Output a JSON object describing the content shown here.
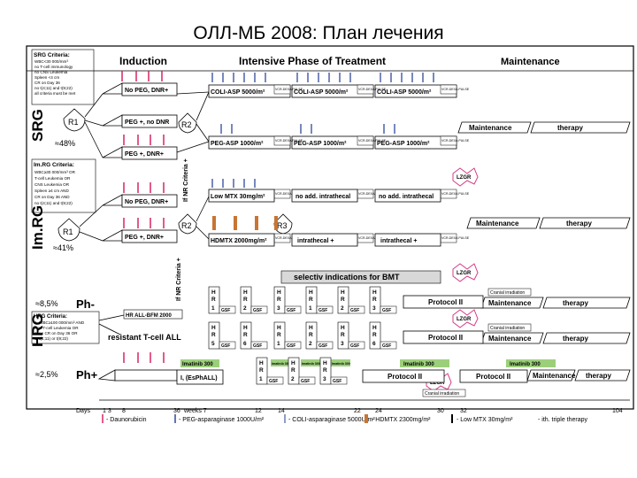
{
  "title": "ОЛЛ-МБ 2008: План лечения",
  "headers": {
    "induction": "Induction",
    "intensive": "Intensive Phase of Treatment",
    "maintenance": "Maintenance"
  },
  "groups": {
    "srg": "SRG",
    "imrg": "Im.RG",
    "hrg": "HRG"
  },
  "criteria": {
    "srg_title": "SRG Criteria:",
    "srg_lines": [
      "WBC<30 000/mm³",
      "no T-cell immunology",
      "no CNS Leukemia",
      "Spleen <4 cm",
      "CR on Day 36",
      "no t(4;11) and t(9;22)",
      "all criteria must be met"
    ],
    "imrg_title": "Im.RG Criteria:",
    "imrg_lines": [
      "WBC≥30 000/mm³ OR",
      "T-cell Leukemia OR",
      "CNS Leukemia OR",
      "Spleen ≥4 cm AND",
      "CR on Day 36 AND",
      "no t(4;11) and t(9;22)"
    ],
    "hrg_title": "HRG Criteria:",
    "hrg_lines": [
      "1. WBC≥100 000/mm³ AND",
      "non-T-cell Leukemia OR",
      "2. no CR on Day 36 OR",
      "3. t(4;11) or t(9;22)"
    ]
  },
  "percents": {
    "srg": "≈48%",
    "imrg": "≈41%",
    "ph_minus_pct": "≈8,5%",
    "ph_minus": "Ph-",
    "ph_plus_pct": "≈2,5%",
    "ph_plus": "Ph+"
  },
  "nodes": {
    "r1": "R1",
    "r2": "R2",
    "r3": "R3",
    "ifnr": "If NR Criteria +"
  },
  "boxes": {
    "no_peg_dnr": "No PEG, DNR+",
    "peg_no_dnr": "PEG +, no DNR",
    "peg_dnr": "PEG +, DNR+",
    "coli_asp": "COLI-ASP 5000/m²",
    "peg_asp": "PEG-ASP 1000/m²",
    "vcr_dexa": "VCR-DEXA PULSE",
    "low_mtx": "Low MTX 30mg/m²",
    "no_add": "no add. intrathecal",
    "hdmtx": "HDMTX 2000mg/m²",
    "intrathecal": "intrathecal +",
    "maintenance_therapy_a": "Maintenance",
    "maintenance_therapy_b": "therapy",
    "lzgr": "LZGR",
    "selective": "selectiv indications for BMT",
    "hr_all": "HR ALL-BFM 2000",
    "resistant": "resistant T-cell ALL",
    "protocol2": "Protocol II",
    "cranial": "Cranial irradiation",
    "imatinib": "Imatinib 300",
    "imatinib_s": "Imatinib 300",
    "i_esphall": "I, (EsPhALL)",
    "gsf": "GSF",
    "h": "H",
    "r": "R"
  },
  "hr_blocks_top": [
    "1",
    "2",
    "3",
    "1",
    "2",
    "3"
  ],
  "hr_blocks_mid": [
    "5",
    "6",
    "1",
    "2",
    "3",
    "6"
  ],
  "hr_blocks_ph": [
    "1",
    "2",
    "3"
  ],
  "legend": {
    "days_label": "Days",
    "day_ticks": [
      "1 3",
      "8",
      "36",
      "weeks 7",
      "12",
      "14",
      "22",
      "24",
      "30",
      "32",
      "104"
    ],
    "items": [
      "- Daunorubicin",
      "- PEG-asparaginase 1000U/m²",
      "- COLI-asparaginase 5000U/m²",
      "- HDMTX 2300mg/m²",
      "- Low MTX 30mg/m²",
      "- ith. triple therapy"
    ]
  },
  "colors": {
    "arrow_red": "#d4145a",
    "arrow_blue": "#1f3a93",
    "hdmtx_bar": "#c87533",
    "imatinib_green": "#9ccf7a",
    "lzgr_pink": "#d63a8a"
  }
}
